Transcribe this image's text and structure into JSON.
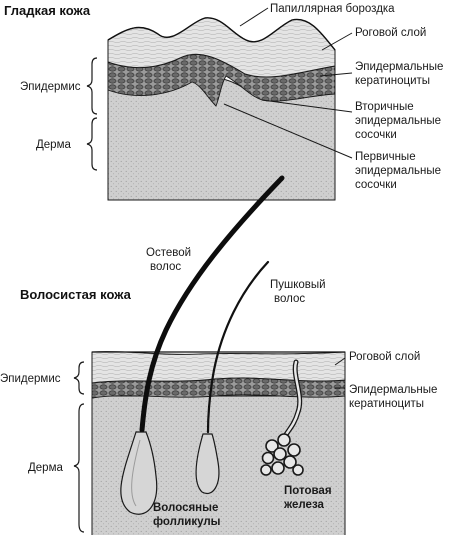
{
  "smooth": {
    "title": "Гладкая кожа",
    "epidermis": "Эпидермис",
    "dermis": "Дерма",
    "papillary_groove": "Папиллярная бороздка",
    "stratum_corneum": "Роговой слой",
    "keratinocytes": [
      "Эпидермальные",
      "кератиноциты"
    ],
    "secondary_papillae": [
      "Вторичные",
      "эпидермальные",
      "сосочки"
    ],
    "primary_papillae": [
      "Первичные",
      "эпидермальные",
      "сосочки"
    ]
  },
  "hairy": {
    "title": "Волосистая кожа",
    "epidermis": "Эпидермис",
    "dermis": "Дерма",
    "stratum_corneum": "Роговой слой",
    "keratinocytes": [
      "Эпидермальные",
      "кератиноциты"
    ],
    "axial_hair": [
      "Остевой",
      "волос"
    ],
    "vellus_hair": [
      "Пушковый",
      "волос"
    ],
    "follicles": [
      "Волосяные",
      "фолликулы"
    ],
    "sweat_gland": [
      "Потовая",
      "железа"
    ]
  },
  "colors": {
    "ink": "#1a1a1a",
    "dermis": "#c9c9c9",
    "horn": "#dcdcdc",
    "cells": "#8a8a8a"
  }
}
